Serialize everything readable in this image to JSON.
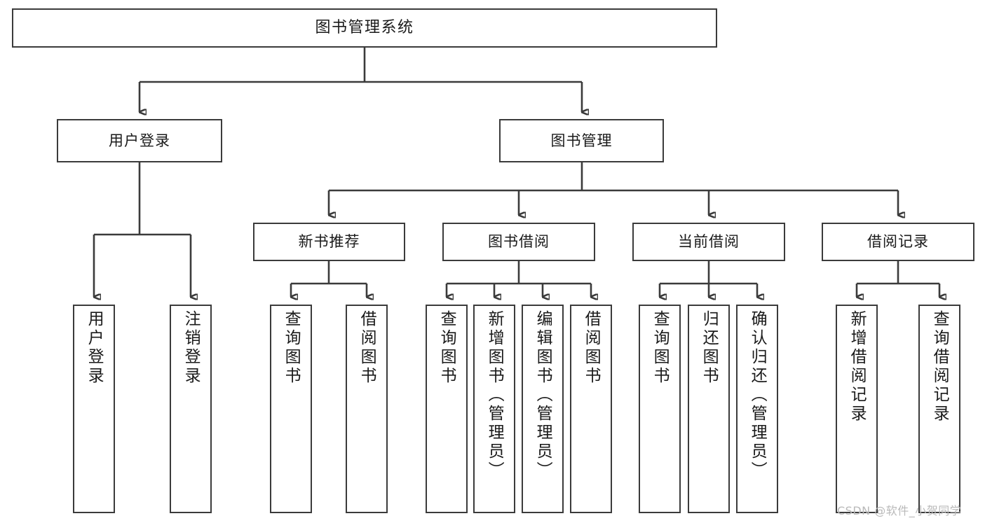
{
  "diagram": {
    "type": "tree",
    "title": "图书管理系统",
    "orientation": "top-down",
    "colors": {
      "box_border": "#3b3b3b",
      "box_fill": "#ffffff",
      "connector": "#3b3b3b",
      "text": "#1a1a1a",
      "watermark": "#b9b9b9",
      "background": "#ffffff"
    },
    "levels": 4
  },
  "root": {
    "label": "图书管理系统"
  },
  "level2": [
    {
      "label": "用户登录"
    },
    {
      "label": "图书管理"
    }
  ],
  "level3": [
    {
      "label": "新书推荐"
    },
    {
      "label": "图书借阅"
    },
    {
      "label": "当前借阅"
    },
    {
      "label": "借阅记录"
    }
  ],
  "leaves": {
    "user_login": [
      {
        "label": "用户登录"
      },
      {
        "label": "注销登录"
      }
    ],
    "new_book": [
      {
        "label": "查询图书"
      },
      {
        "label": "借阅图书"
      }
    ],
    "book_borrow": [
      {
        "label": "查询图书"
      },
      {
        "label": "新增图书（管理员）"
      },
      {
        "label": "编辑图书（管理员）"
      },
      {
        "label": "借阅图书"
      }
    ],
    "current_borrow": [
      {
        "label": "查询图书"
      },
      {
        "label": "归还图书"
      },
      {
        "label": "确认归还（管理员）"
      }
    ],
    "borrow_record": [
      {
        "label": "新增借阅记录"
      },
      {
        "label": "查询借阅记录"
      }
    ]
  },
  "watermark": {
    "text": "CSDN @软件_小贺同学"
  }
}
